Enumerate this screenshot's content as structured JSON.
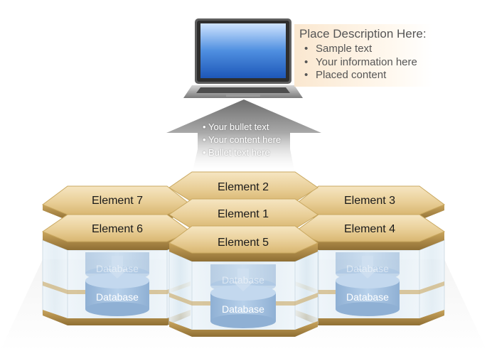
{
  "description": {
    "title": "Place Description Here:",
    "bullets": [
      "Sample text",
      "Your information here",
      "Placed content"
    ]
  },
  "arrow": {
    "bullets": [
      "Your bullet text",
      "Your content here",
      "Bullet text here"
    ]
  },
  "elements": {
    "e1": "Element 1",
    "e2": "Element 2",
    "e3": "Element 3",
    "e4": "Element 4",
    "e5": "Element 5",
    "e6": "Element 6",
    "e7": "Element 7"
  },
  "database_label": "Database",
  "colors": {
    "hex_gold": "#e6c98d",
    "hex_edge": "#a88848",
    "glass": "#dcecf5",
    "cylinder": "#9fbedd",
    "arrow_grey": "#8c8c8c"
  },
  "icons": [
    "laptop-icon",
    "database-icon",
    "up-arrow-icon"
  ]
}
